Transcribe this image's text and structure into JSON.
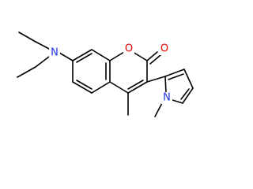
{
  "structure": {
    "colors": {
      "bond": "#000000",
      "carbon": "#000000",
      "nitrogen": "#1f33e6",
      "oxygen": "#e60000",
      "background": "#ffffff"
    },
    "atoms": {
      "amine_nitrogen": "N",
      "ring_oxygen": "O",
      "carbonyl_oxygen": "O",
      "pyrrole_nitrogen": "N"
    }
  }
}
